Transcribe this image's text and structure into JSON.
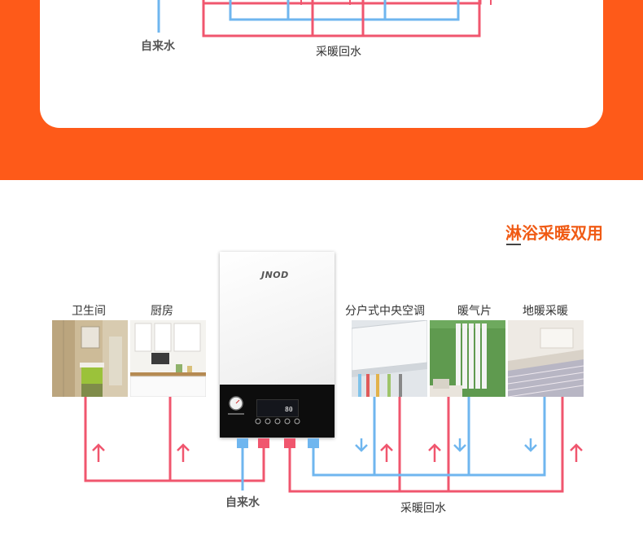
{
  "top_section": {
    "inlet_label": "自来水",
    "return_label": "采暖回水"
  },
  "heading": "淋浴采暖双用",
  "brand": "JNOD",
  "display": {
    "value": "80"
  },
  "rooms": [
    {
      "id": "bathroom",
      "label": "卫生间"
    },
    {
      "id": "kitchen",
      "label": "厨房"
    },
    {
      "id": "central-ac",
      "label": "分户式中央空调"
    },
    {
      "id": "radiator",
      "label": "暖气片"
    },
    {
      "id": "floor-heating",
      "label": "地暖采暖"
    }
  ],
  "bottom_section": {
    "inlet_label": "自来水",
    "return_label": "采暖回水"
  },
  "colors": {
    "orange": "#fe5a19",
    "hot_pipe": "#f0566e",
    "cold_pipe": "#6fb6ef",
    "heading": "#f05a14"
  }
}
